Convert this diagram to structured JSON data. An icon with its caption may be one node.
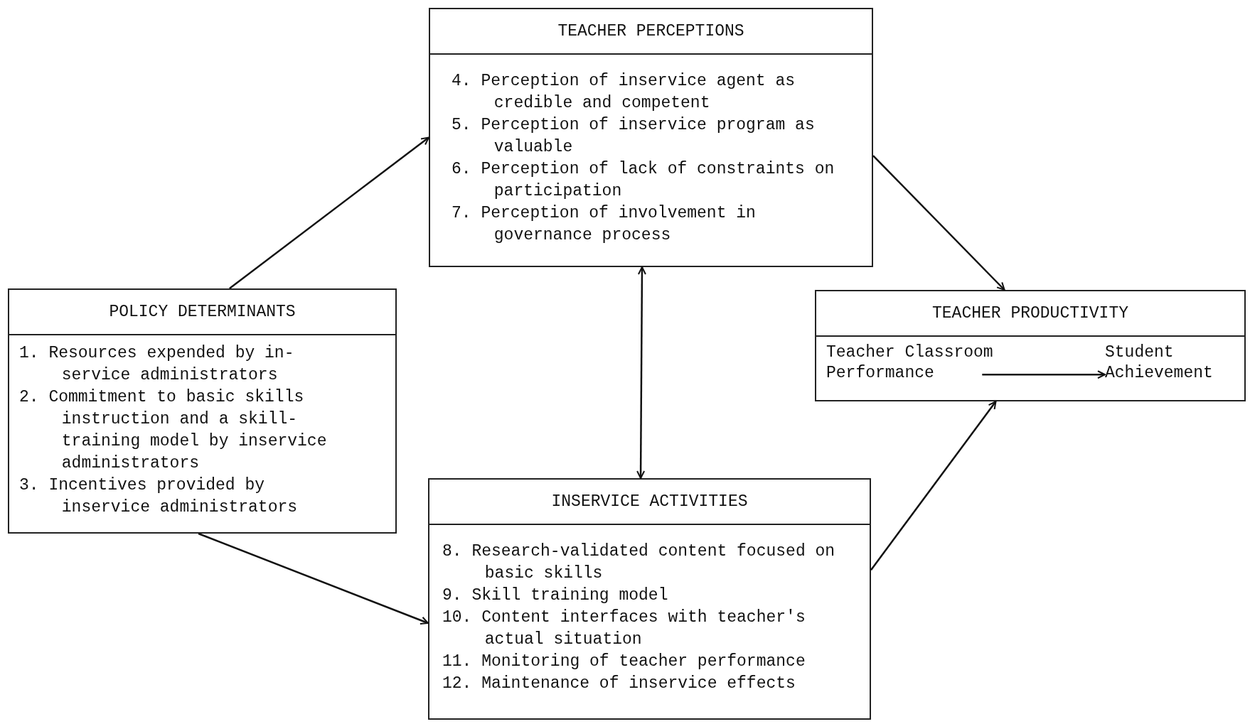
{
  "diagram": {
    "nodes": [
      {
        "text": [
          "TEACHER PERCEPTIONS",
          "4. Perception of inservice agent as credible and competent",
          "5. Perception of inservice program as valuable",
          "6. Perception of lack of constraints on participation",
          "7. Perception of involvement in governance process"
        ]
      },
      {
        "text": [
          "POLICY DETERMINANTS",
          "1. Resources expended by in- service administrators",
          "2. Commitment to basic skills instruction and a skill- training model by inservice administrators",
          "3. Incentives provided by inservice administrators"
        ]
      },
      {
        "text": [
          "TEACHER PRODUCTIVITY"
        ]
      },
      {
        "text": [
          "Teacher Classroom Performance"
        ],
        "in": 2
      },
      {
        "text": [
          "Student Achievement"
        ],
        "in": 2
      },
      {
        "text": [
          "INSERVICE ACTIVITIES",
          "8. Research-validated content focused on basic skills",
          "9. Skill training model",
          "10. Content interfaces with teacher's actual situation",
          "11. Monitoring of teacher performance",
          "12. Maintenance of inservice effects"
        ]
      }
    ],
    "edges": [
      {
        "from": 1,
        "to": 0,
        "arrow": "to"
      },
      {
        "from": 1,
        "to": 5,
        "arrow": "to"
      },
      {
        "from": 0,
        "to": 2,
        "arrow": "to"
      },
      {
        "from": 5,
        "to": 2,
        "arrow": "to"
      },
      {
        "from": 0,
        "to": 5,
        "arrow": "both"
      },
      {
        "from": 3,
        "to": 4,
        "arrow": "to"
      }
    ]
  }
}
